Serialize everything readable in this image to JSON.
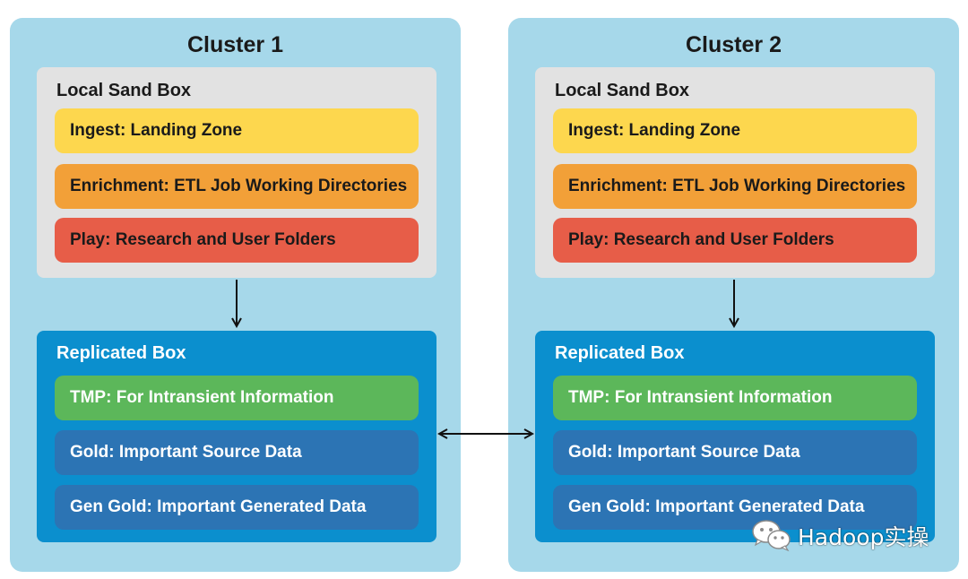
{
  "clusters": [
    {
      "title": "Cluster 1",
      "sandbox": {
        "title": "Local Sand Box",
        "items": [
          "Ingest: Landing Zone",
          "Enrichment: ETL Job Working Directories",
          "Play: Research and User Folders"
        ]
      },
      "replicated": {
        "title": "Replicated Box",
        "items": [
          "TMP: For Intransient Information",
          "Gold: Important Source Data",
          "Gen Gold: Important Generated Data"
        ]
      }
    },
    {
      "title": "Cluster 2",
      "sandbox": {
        "title": "Local Sand Box",
        "items": [
          "Ingest: Landing Zone",
          "Enrichment: ETL Job Working Directories",
          "Play: Research and User Folders"
        ]
      },
      "replicated": {
        "title": "Replicated Box",
        "items": [
          "TMP: For Intransient Information",
          "Gold: Important Source Data",
          "Gen Gold: Important Generated Data"
        ]
      }
    }
  ],
  "colors": {
    "cluster_bg": "#a6d8ea",
    "sandbox_bg": "#e2e2e2",
    "replicated_bg": "#0b8fce",
    "ingest": "#fdd74e",
    "enrichment": "#f2a038",
    "play": "#e75d48",
    "tmp": "#5cb75a",
    "gold": "#2c74b4"
  },
  "watermark": {
    "icon": "wechat-icon",
    "text": "Hadoop实操"
  }
}
